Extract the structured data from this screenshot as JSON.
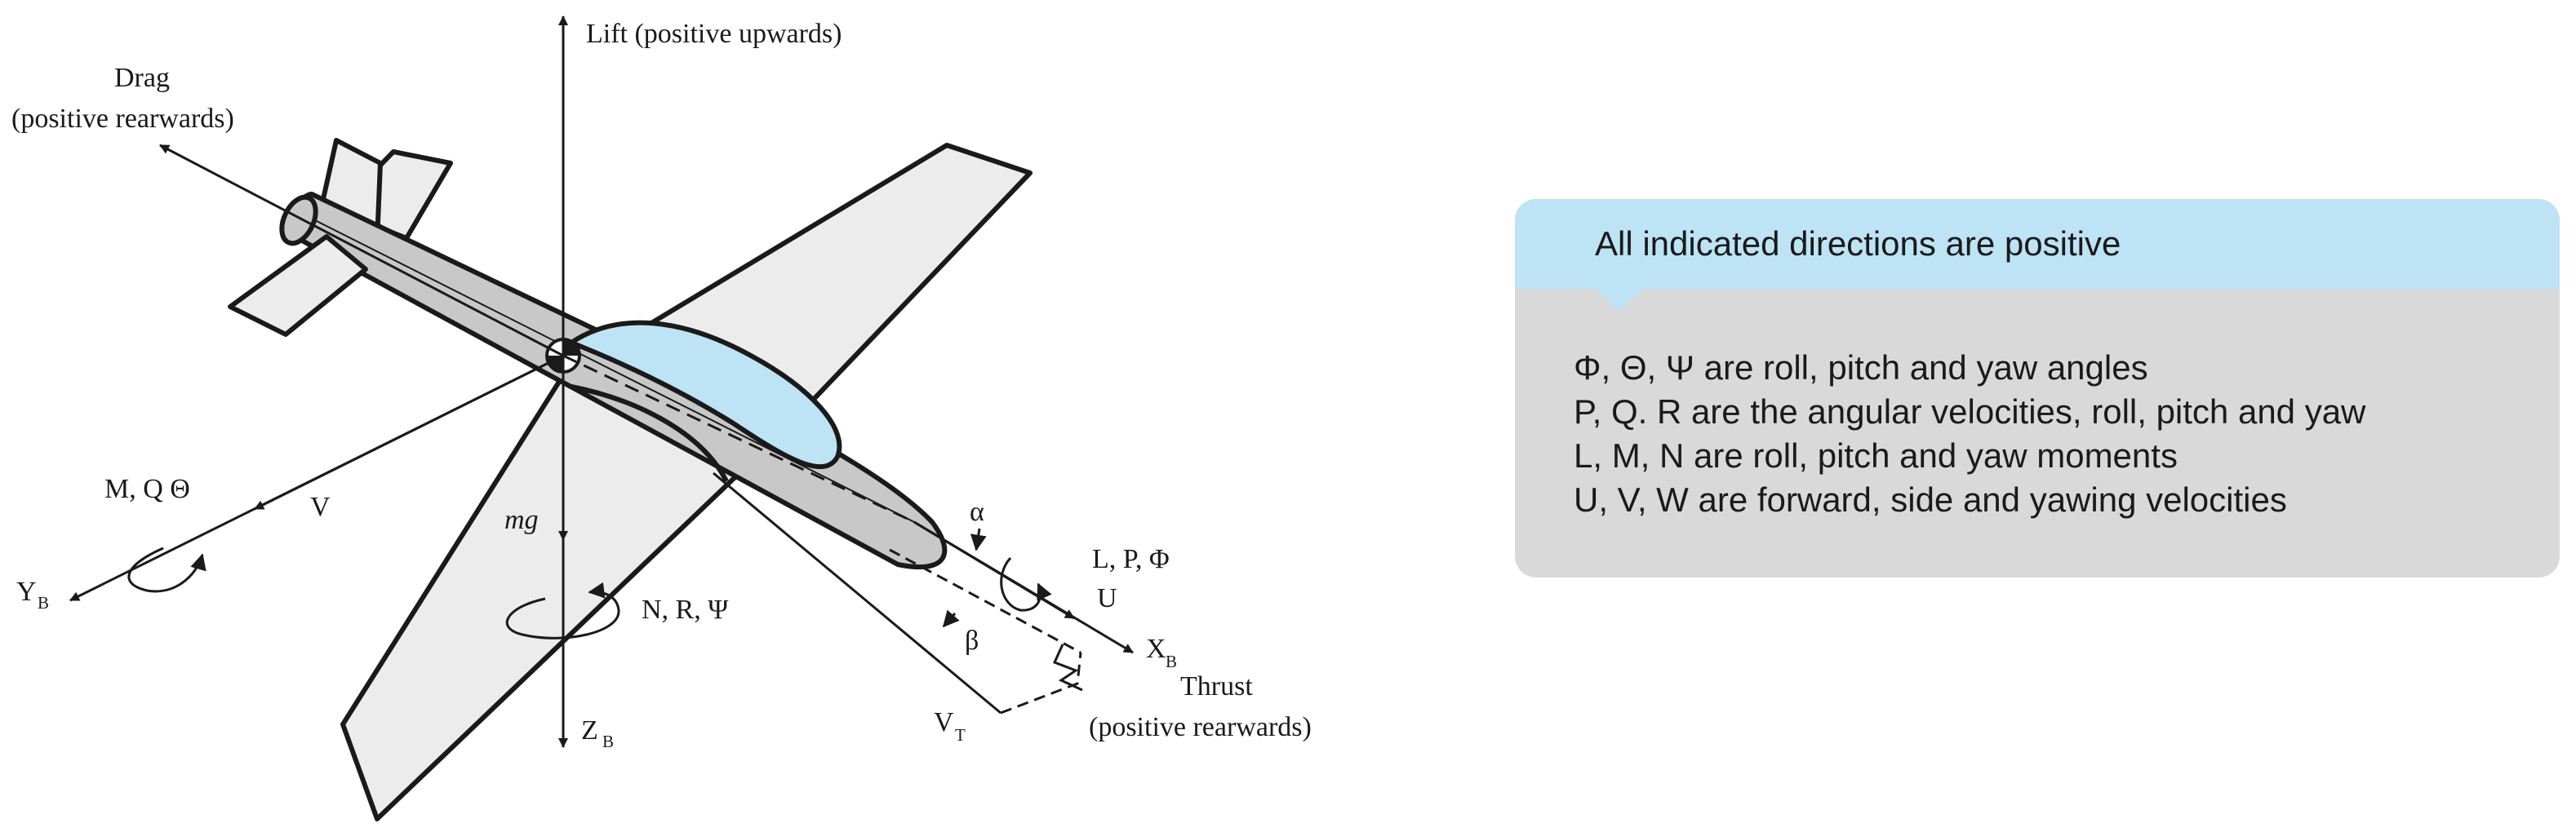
{
  "diagram": {
    "labels": {
      "lift": "Lift (positive upwards)",
      "drag_line1": "Drag",
      "drag_line2": "(positive rearwards)",
      "moment_pitch": "M, Q Θ",
      "v": "V",
      "y_axis_main": "Y",
      "y_axis_sub": "B",
      "mg": "mg",
      "yaw": "N, R, Ψ",
      "z_axis_main": "Z",
      "z_axis_sub": "B",
      "alpha": "α",
      "beta": "β",
      "roll": "L, P, Φ",
      "u": "U",
      "x_axis_main": "X",
      "x_axis_sub": "B",
      "thrust_line1": "Thrust",
      "thrust_line2": "(positive rearwards)",
      "vt_main": "V",
      "vt_sub": "T"
    },
    "colors": {
      "airframe": "#c8c8c8",
      "wing": "#ececec",
      "canopy": "#bde3f5",
      "line": "#1a1a1a"
    }
  },
  "info": {
    "header": "All indicated directions are positive",
    "lines": [
      "Φ, Θ, Ψ are roll, pitch and yaw angles",
      "P, Q. R are the angular velocities, roll, pitch and yaw",
      "L, M, N are roll, pitch and yaw moments",
      "U, V, W are forward, side and yawing velocities"
    ],
    "colors": {
      "header_bg": "#bde3f5",
      "body_bg": "#d9d9d9"
    }
  }
}
